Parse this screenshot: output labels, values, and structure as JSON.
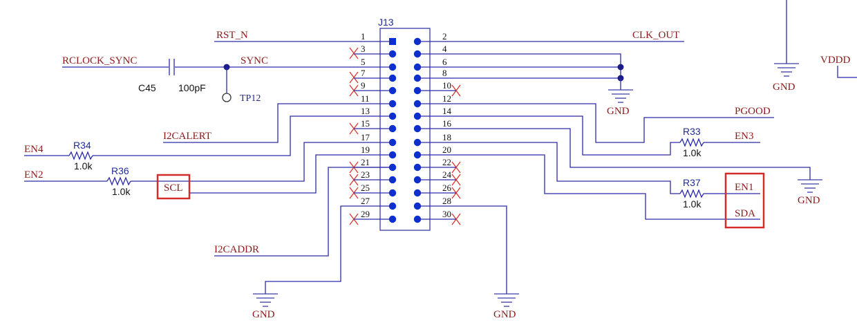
{
  "connector": {
    "refdes": "J13",
    "left_pins": [
      "1",
      "3",
      "5",
      "7",
      "9",
      "11",
      "13",
      "15",
      "17",
      "19",
      "21",
      "23",
      "25",
      "27",
      "29"
    ],
    "right_pins": [
      "2",
      "4",
      "6",
      "8",
      "10",
      "12",
      "14",
      "16",
      "18",
      "20",
      "22",
      "24",
      "26",
      "28",
      "30"
    ]
  },
  "nets": {
    "rst_n": "RST_N",
    "clk_out": "CLK_OUT",
    "rclock_sync": "RCLOCK_SYNC",
    "sync": "SYNC",
    "i2calert": "I2CALERT",
    "en4": "EN4",
    "en2": "EN2",
    "scl": "SCL",
    "i2caddr": "I2CADDR",
    "pgood": "PGOOD",
    "en3": "EN3",
    "en1": "EN1",
    "sda": "SDA",
    "vddd": "VDDD",
    "gnd": "GND"
  },
  "components": {
    "c45": {
      "refdes": "C45",
      "value": "100pF"
    },
    "tp12": {
      "refdes": "TP12"
    },
    "r34": {
      "refdes": "R34",
      "value": "1.0k"
    },
    "r36": {
      "refdes": "R36",
      "value": "1.0k"
    },
    "r33": {
      "refdes": "R33",
      "value": "1.0k"
    },
    "r37": {
      "refdes": "R37",
      "value": "1.0k"
    }
  },
  "highlights": [
    "SCL",
    "EN1",
    "SDA"
  ],
  "colors": {
    "wire": "#2b2ba6",
    "net_label": "#8b1a1a",
    "no_connect": "#d9342b",
    "highlight_box": "#d62b2b",
    "connector_pin": "#0b2fd1"
  }
}
